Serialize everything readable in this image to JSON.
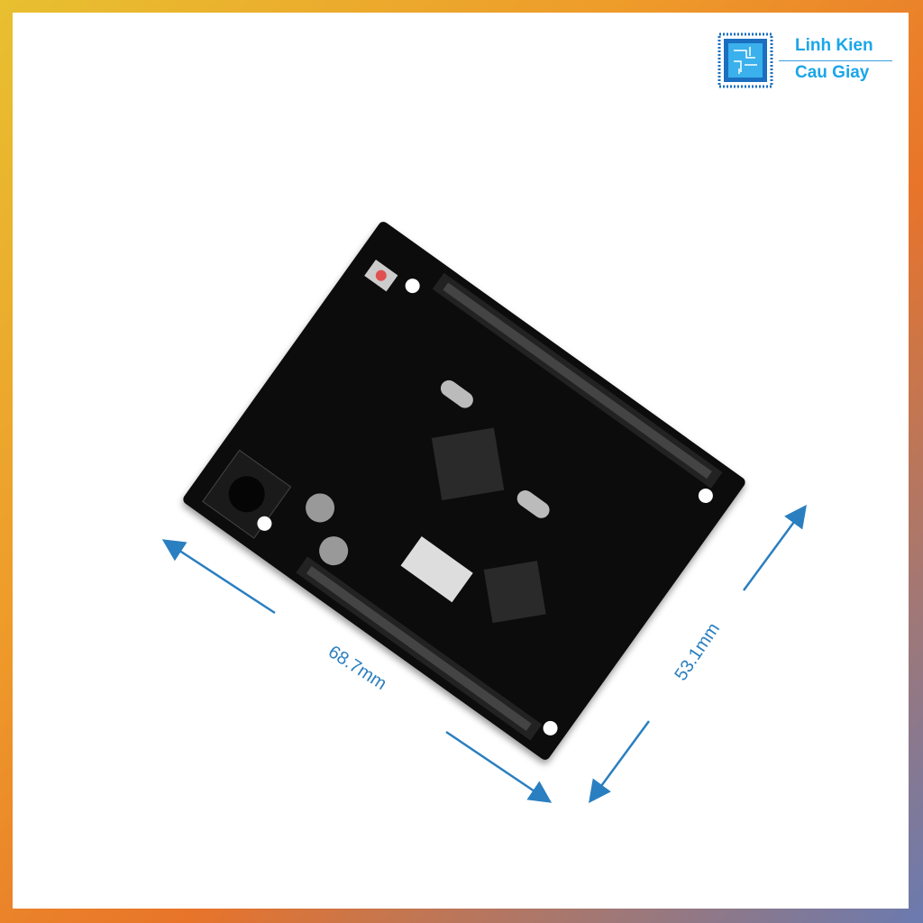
{
  "brand": {
    "line1": "Linh Kien",
    "line2": "Cau Giay",
    "color": "#1aa6e8"
  },
  "product": {
    "icon": "arduino-wifi-board"
  },
  "dimensions": {
    "width_label": "68.7mm",
    "height_label": "53.1mm",
    "color": "#2a7fc0"
  }
}
